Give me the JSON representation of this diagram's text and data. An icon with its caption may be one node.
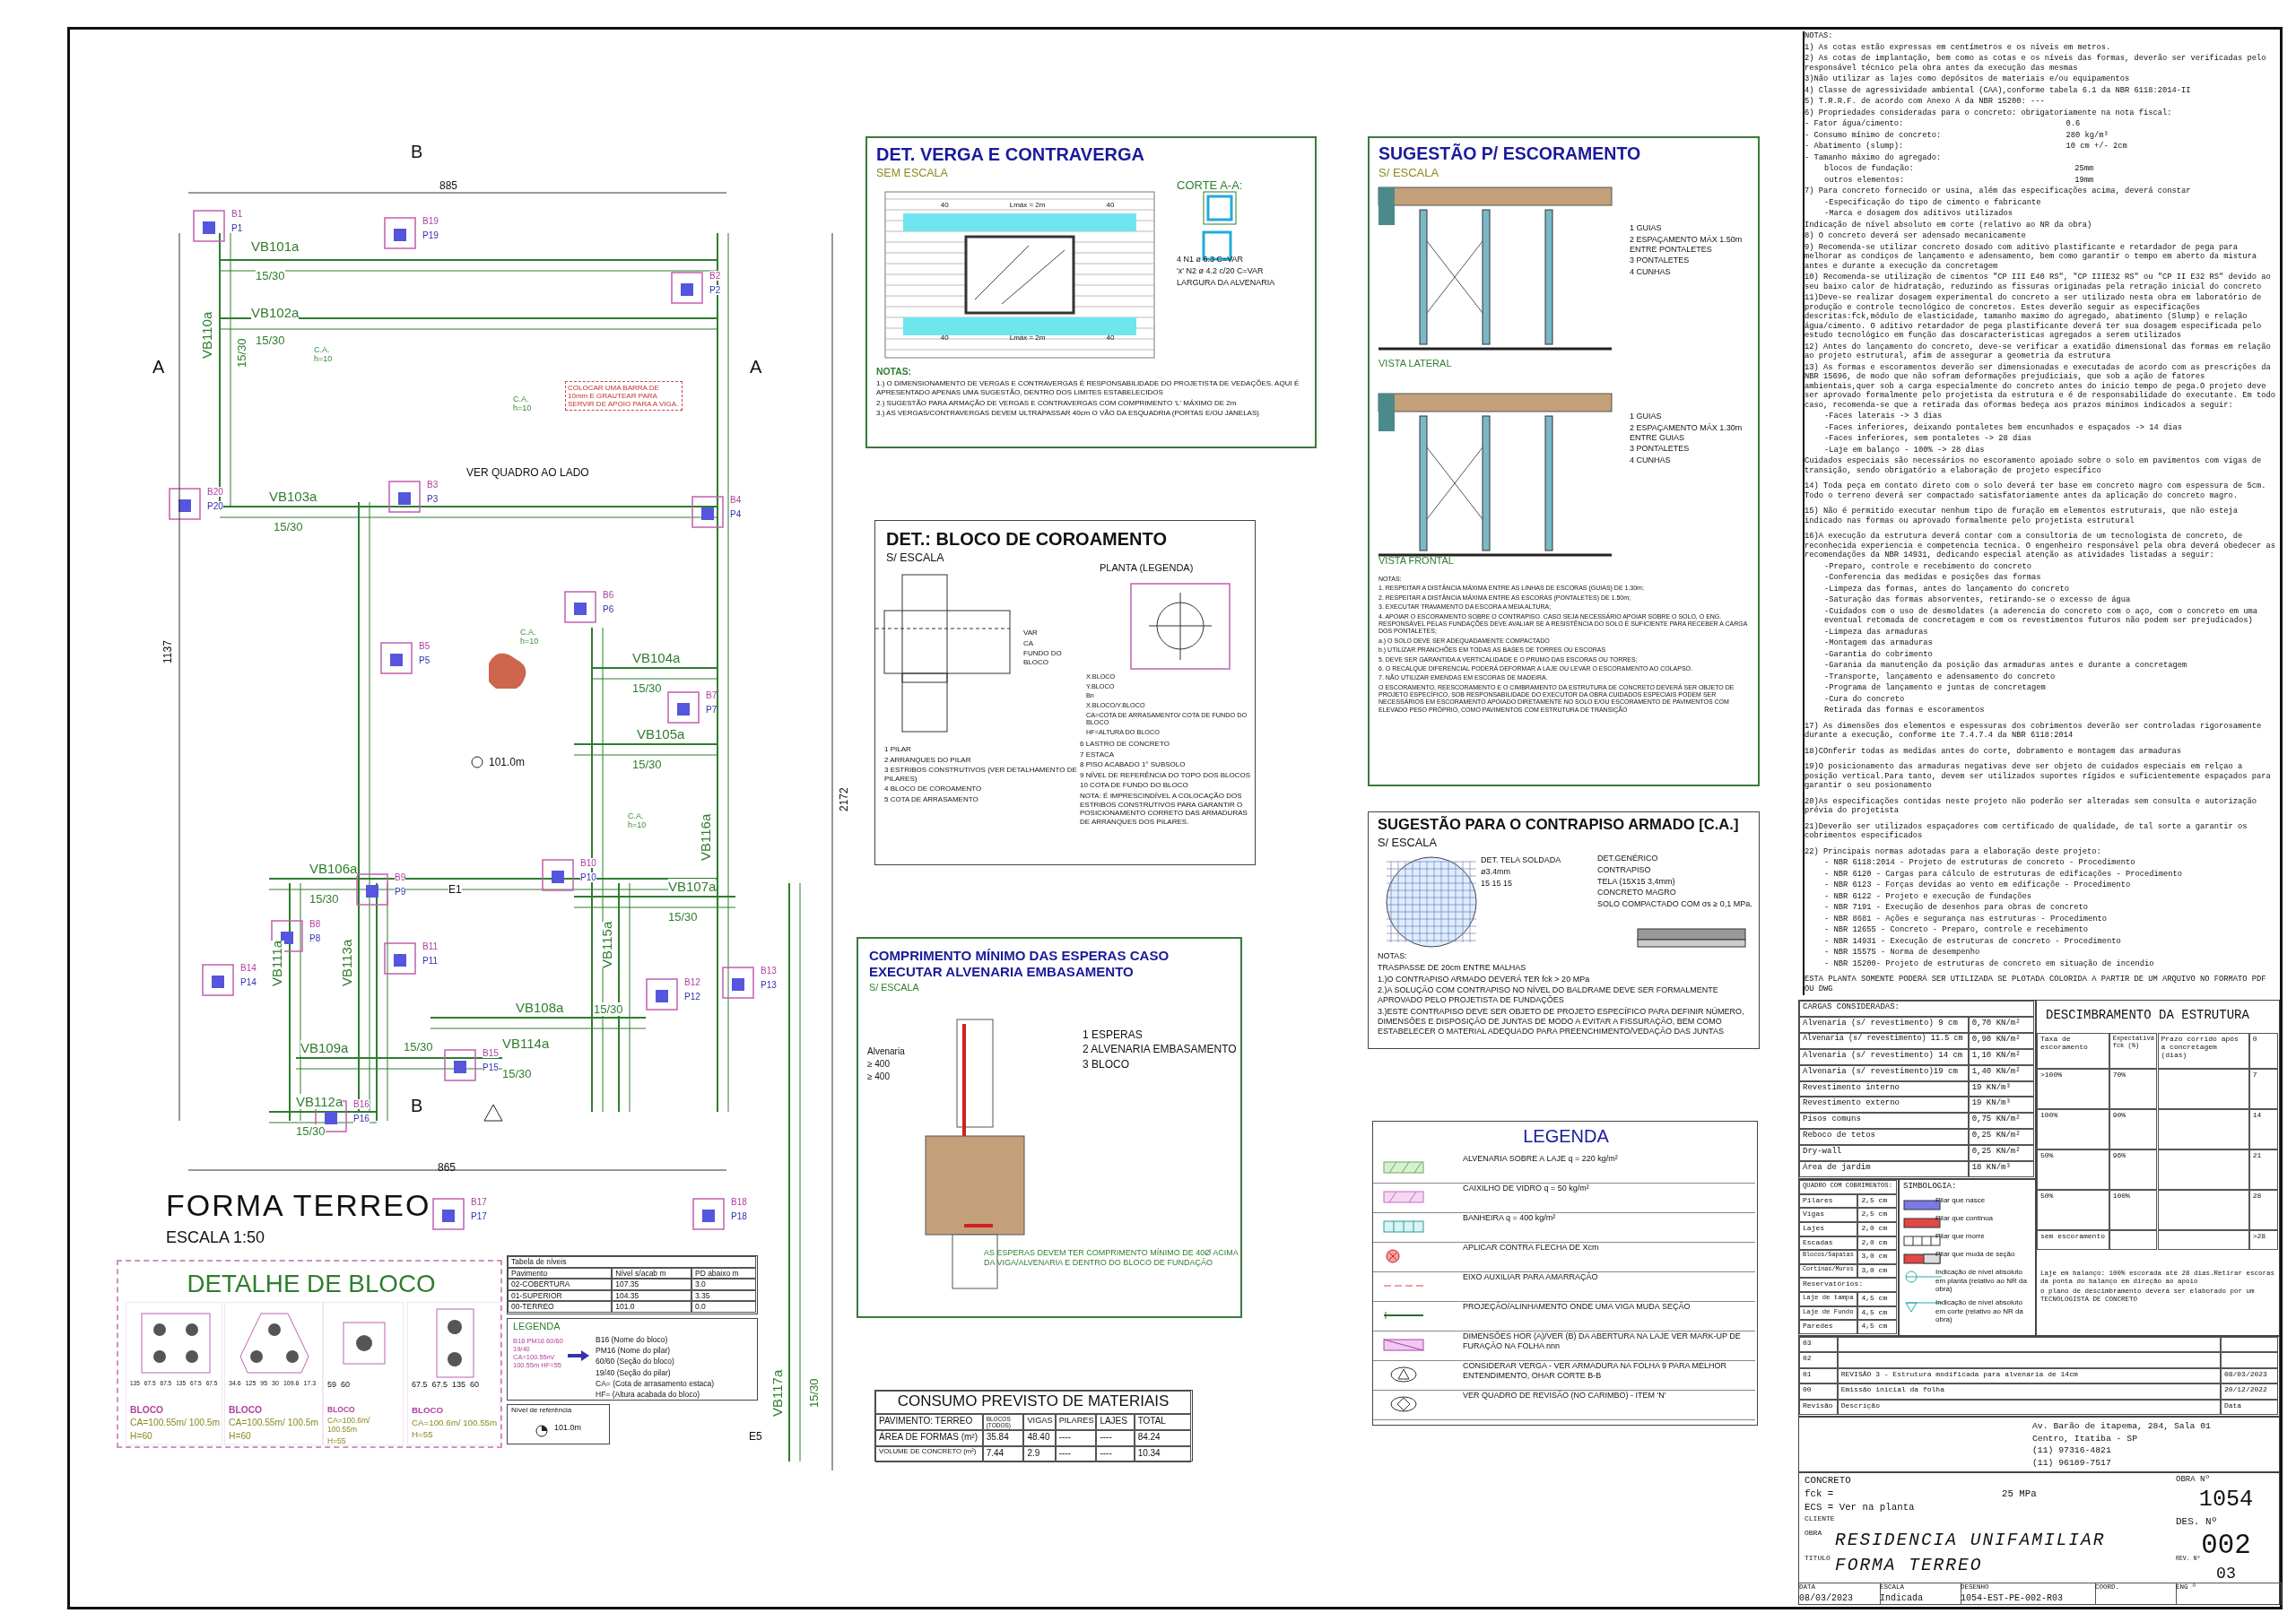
{
  "diagram": {
    "title": "FORMA TERREO",
    "nodes": [
      {
        "text": [
          "DET. VERGA E CONTRAVERGA",
          "SEM ESCALA",
          "CORTE A-A:",
          "4 N1 ø 6.3 C=VAR",
          "'x' N2 ø 4.2 c/20 C=VAR",
          "LARGURA DA ALVENARIA",
          "NOTAS:",
          "1.) O DIMENSIONAMENTO DE VERGAS E CONTRAVERGAS É RESPONSABILIDADE DO PROJETISTA DE VEDAÇÕES. AQUI É APRESENTADO APENAS UMA SUGESTÃO, DENTRO DOS LIMITES ESTABELECIDOS",
          "2.) SUGESTÃO PARA ARMAÇÃO DE VERGAS E CONTRAVERGAS COM COMPRIMENTO 'L' MÁXIMO DE 2m",
          "3.) AS VERGAS/CONTRAVERGAS DEVEM ULTRAPASSAR 40cm O VÃO DA ESQUADRIA (PORTAS E/OU JANELAS)",
          "40",
          "Lmáx = 2m",
          "40",
          "40",
          "Lmáx = 2m",
          "40"
        ]
      },
      {
        "text": [
          "DET.: BLOCO DE COROAMENTO",
          "S/ ESCALA",
          "PLANTA (LEGENDA)",
          "X.BLOCO",
          "Y.BLOCO",
          "Bn",
          "X.BLOCO/Y.BLOCO",
          "CA=COTA DE ARRASAMENTO/ COTA DE FUNDO DO BLOCO",
          "HF=ALTURA DO BLOCO",
          "VAR",
          "CA",
          "FUNDO DO BLOCO",
          "1 PILAR",
          "2 ARRANQUES DO PILAR",
          "3 ESTRIBOS CONSTRUTIVOS (VER DETALHAMENTO DE PILARES)",
          "4 BLOCO DE COROAMENTO",
          "5 COTA DE ARRASAMENTO",
          "6 LASTRO DE CONCRETO",
          "7 ESTACA",
          "8 PISO ACABADO 1° SUBSOLO",
          "9 NÍVEL DE REFERÊNCIA DO TOPO DOS BLOCOS",
          "10 COTA DE FUNDO DO BLOCO",
          "NOTA: É IMPRESCINDÍVEL A COLOCAÇÃO DOS ESTRIBOS CONSTRUTIVOS PARA GARANTIR O POSICIONAMENTO CORRETO DAS ARMADURAS DE ARRANQUES DOS PILARES."
        ]
      },
      {
        "text": [
          "COMPRIMENTO MÍNIMO DAS ESPERAS CASO EXECUTAR ALVENARIA EMBASAMENTO",
          "S/ ESCALA",
          "Alvenaria",
          "≥ 400",
          "≥ 400",
          "1 ESPERAS",
          "2 ALVENARIA EMBASAMENTO",
          "3 BLOCO",
          "AS ESPERAS DEVEM TER COMPRIMENTO MÍNIMO DE 40Ø ACIMA DA VIGA/ALVENARIA E DENTRO DO BLOCO DE FUNDAÇÃO"
        ]
      },
      {
        "text": [
          "CONSUMO PREVISTO DE MATERIAIS",
          "PAVIMENTO: TERREO",
          "BLOCOS (TODOS)",
          "VIGAS",
          "PILARES",
          "LAJES",
          "TOTAL",
          "ÁREA DE FORMAS (m²)",
          "35.84",
          "48.40",
          "----",
          "----",
          "84.24",
          "VOLUME DE CONCRETO (m²)",
          "7.44",
          "2.9",
          "----",
          "----",
          "10.34"
        ]
      },
      {
        "text": [
          "SUGESTÃO P/ ESCORAMENTO",
          "S/ ESCALA",
          "1 GUIAS",
          "2 ESPAÇAMENTO MÁX 1.50m ENTRE PONTALETES",
          "3 PONTALETES",
          "4 CUNHAS",
          "VISTA LATERAL",
          "1 GUIAS",
          "2 ESPAÇAMENTO MÁX 1.30m ENTRE GUIAS",
          "3 PONTALETES",
          "4 CUNHAS",
          "VISTA FRONTAL",
          "NOTAS:",
          "1. RESPEITAR A DISTÂNCIA MÁXIMA ENTRE AS LINHAS DE ESCORAS (GUIAS) DE 1.30m;",
          "2. RESPEITAR A DISTÂNCIA MÁXIMA ENTRE AS ESCORAS (PONTALETES) DE 1.50m;",
          "3. EXECUTAR TRAVAMENTO DA ESCORA A MEIA ALTURA;",
          "4. APOIAR O ESCORAMENTO SOBRE O CONTRAPISO. CASO SEJA NECESSÁRIO APOIAR SOBRE O SOLO, O ENG. RESPONSÁVEL PELAS FUNDAÇÕES DEVE AVALIAR SE A RESISTÊNCIA DO SOLO É SUFICIENTE PARA RECEBER A CARGA DOS PONTALETES;",
          "a.) O SOLO DEVE SER ADEQUADAMENTE COMPACTADO",
          "b.) UTILIZAR PRANCHÕES EM TODAS AS BASES DE TORRES OU ESCORAS",
          "5. DEVE SER GARANTIDA A VERTICALIDADE E O PRUMO DAS ESCORAS OU TORRES;",
          "6. O RECALQUE DIFERENCIAL PODERÁ DEFORMAR A LAJE OU LEVAR O ESCORAMENTO AO COLAPSO.",
          "7. NÃO UTILIZAR EMENDAS EM ESCORAS DE MADEIRA.",
          "O ESCORAMENTO, REESCORAMENTO E O CIMBRAMENTO DA ESTRUTURA DE CONCRETO DEVERÁ SER OBJETO DE PROJETO ESPECÍFICO, SOB RESPONSABILIDADE DO EXECUTOR DA OBRA CUIDADOS ESPECIAIS PODEM SER NECESSÁRIOS EM ESCORAMENTO APOIADO DIRETAMENTE NO SOLO E/OU ESCORAMENTO DE PAVIMENTOS COM ELEVADO PESO PRÓPRIO, COMO PAVIMENTOS COM ESTRUTURA DE TRANSIÇÃO"
        ]
      },
      {
        "text": [
          "SUGESTÃO PARA O CONTRAPISO ARMADO [C.A.]",
          "S/ ESCALA",
          "DET. TELA SOLDADA",
          "ø3.4mm",
          "15 15 15",
          "DET.GENÉRICO",
          "CONTRAPISO",
          "TELA (15X15 3,4mm)",
          "CONCRETO MAGRO",
          "SOLO COMPACTADO COM σs ≥ 0,1 MPa.",
          "NOTAS:",
          "TRASPASSE DE 20cm ENTRE MALHAS",
          "1.)O CONTRAPISO ARMADO DEVERÁ TER fck > 20 MPa",
          "2.)A SOLUÇÃO COM CONTRAPISO NO NÍVEL DO BALDRAME DEVE SER FORMALMENTE APROVADO PELO PROJETISTA DE FUNDAÇÕES",
          "3.)ESTE CONTRAPISO DEVE SER OBJETO DE PROJETO ESPECÍFICO PARA DEFINIR NÚMERO, DIMENSÕES E DISPOSIÇÃO DE JUNTAS DE MODO A EVITAR A FISSURAÇÃO, BEM COMO ESTABELECER O MATERIAL ADEQUADO PARA PREENCHIMENTO/VEDAÇÃO DAS JUNTAS"
        ]
      },
      {
        "text": [
          "LEGENDA"
        ]
      },
      {
        "text": [
          "NOTAS:",
          "1) As cotas estão expressas em centímetros e os níveis em metros.",
          "2) As cotas de implantação, bem como as cotas e os níveis das formas, deverão ser verificadas pelo responsável técnico pela obra antes da execução das mesmas",
          "3)Não utilizar as lajes como depósitos de materiais e/ou equipamentos",
          "4) Classe de agressividade ambiental (CAA),conforme tabela 6.1 da NBR 6118:2014-II",
          "5) T.R.R.F. de acordo com Anexo A da NBR 15200: ---",
          "6) Propriedades consideradas para o concreto: obrigatoriamente na nota fiscal:",
          "- Fator água/cimento:",
          "0.6",
          "- Consumo mínimo de concreto:",
          "280 kg/m³",
          "- Abatimento (slump):",
          "10 cm +/- 2cm",
          "- Tamanho máximo do agregado:",
          "blocos de fundação:",
          "25mm",
          "outros elementos:",
          "19mm",
          "7) Para concreto fornecido or usina, além das especificações acima, deverá constar",
          "-Especificação do tipo de cimento e fabricante",
          "-Marca e dosagem dos aditivos utilizados",
          "Indicação de nível absoluto em corte (relativo ao NR da obra)",
          "8) O concreto deverá ser adensado mecanicamente",
          "9) Recomenda-se utilizar concreto dosado com aditivo plastificante e retardador de pega para melhorar as condiços de lançamento e adensamento, bem como garantir o tempo em aberto da mistura antes e durante a execução da concretagem",
          "10) Recomenda-se utilização de cimentos \"CP III E40 RS\", \"CP IIIE32 RS\" ou \"CP II E32 RS\" devido ao seu baixo calor de hidratação, reduzindo as fissuras originadas pela retração inicial do concreto",
          "11)Deve-se realizar dosagem experimental do concreto a ser utilizado nesta obra em laboratório de produção e controle tecnológico de concretos. Estes deverão seguir as especificações descritas:fck,módulo de elasticidade, tamanho maximo do agregado, abatimento (Slump) e relação água/cimento. O aditivo retardador de pega plastificante deverá ter sua dosagem especificada pelo estudo tecnológico em função das doscaracteristicas agregados a serem utilizados",
          "12) Antes do lançamento do concreto, deve-se verificar a exatidão dimensional das formas em relação ao projeto estrutural, afim de assegurar a geometria da estrutura",
          "13) As formas e escoramentos deverão ser dimensionadas e executadas de acordo com as prescrições da NBR 15696, de modo que não sofram deformações prejudiciais, que sob a ação de fatores ambientais,quer sob a carga especialmente do concreto antes do inicio tempo de pega.O projeto deve ser aprovado formalmente pelo projetista da estrutura e é de responsabilidade do executante. Em todo caso, recomenda-se que a retirada das oformas bedeça aos prazos minimos indicados a seguir:",
          "-Faces laterais -> 3 dias",
          "-Faces inferiores, deixando pontaletes bem encunhados e espaçados -> 14 dias",
          "-Faces inferiores, sem pontaletes -> 28 dias",
          "-Laje em balanço - 100% -> 28 dias",
          "Cuidados especiais são necessários no escoramento apoiado sobre o solo em pavimentos com vigas de transição, sendo obrigatório a elaboração de projeto específico",
          "14) Toda peça em contato direto com o solo deverá ter base em concreto magro com espessura de 5cm. Todo o terreno deverá ser compactado satisfatoriamente antes da aplicação do concreto magro.",
          "15) Não é permitido executar nenhum tipo de furação em elementos estruturais, que não esteja indicado nas formas ou aprovado formalmente pelo projetista estrutural",
          "16)A execução da estrutura deverá contar com a consultoria de um tecnologista de concreto, de reconhecida experiencia e competencia tecnica. O engenheiro responsável pela obra deverá obedecer as recomendações da NBR 14931, dedicando especial atenção as atividades listadas a seguir:",
          "-Preparo, controle e recebimento do concreto",
          "-Conferencia das medidas e posições das formas",
          "-Limpeza das formas, antes do lançamento do concreto",
          "-Saturação das formas absorventes, retirando-se o excesso de água",
          "-Cuidados com o uso de desmoldates (a aderencia do concreto com o aço, com o concreto em uma eventual retomada de concretagem e com os revestimentos futuros não podem ser prejudicados)",
          "-Limpeza das armaduras",
          "-Montagem das armaduras",
          "-Garantia do cobrimento",
          "-Garania da manutenção da posição das armaduras antes e durante a concretagem",
          "-Transporte, lançamento e adensamento do concreto",
          "-Programa de lançamento e juntas de concretagem",
          "-Cura do concreto",
          "Retirada das formas e escoramentos",
          "17) As dimensões dos elementos e espessuras dos cobrimentos deverão ser controladas rigorosamente durante a execução, conforme ite 7.4.7.4 da NBR 6118:2014",
          "18)COnferir todas as medidas antes do corte, dobramento e montagem das armaduras",
          "19)O posicionamento das armaduras negativas deve ser objeto de cuidados especiais em relçao a posição vertical.Para tanto, devem ser utilizados suportes rígidos e suficientemente espaçados para garantir o seu posionamento",
          "20)As especificações contidas neste projeto não poderão ser alteradas sem consulta e autorização prévia do projetista",
          "21)Deverão ser utilizados espaçadores com certificado de qualidade, de tal sorte a garantir os cobrimentos especificados",
          "22) Principais normas adotadas para a elaboração deste projeto:",
          "- NBR 6118:2014 - Projeto de estruturas de concreto - Procedimento",
          "- NBR 6120 - Cargas para cálculo de estruturas de edificações - Procedimento",
          "- NBR 6123 - Forças devidas ao vento em edificaçõe - Procedimento",
          "- NBR 6122 - Projeto e execução de fundações",
          "- NBR 7191 - Execução de desenhos para obras de concreto",
          "- NBR 8681 - Ações e segurança nas estruturas - Procedimento",
          "- NBR 12655 - Concreto - Preparo, controle e recebimento",
          "- NBR 14931 - Execução de estruturas de concreto - Procedimento",
          "- NBR 15575 - Norma de desempenho",
          "- NBR 15200- Projeto de estruturas de concreto em situação de incendio",
          "ESTA PLANTA SOMENTE PODERÁ SER UTILIZADA SE PLOTADA COLORIDA A PARTIR DE UM ARQUIVO NO FORMATO PDF OU DWG"
        ]
      },
      {
        "text": [
          "CARGAS CONSIDERADAS:",
          "Alvenaria (s/ revestimento) 9 cm",
          "0,70 KN/m²",
          "Alvenaria (s/ revestimento) 11.5 cm",
          "0,90 KN/m²",
          "Alvenaria (s/ revestimento) 14 cm",
          "1,10 KN/m²",
          "Alvenaria (s/ revestimento)19 cm",
          "1,40 KN/m²",
          "Revestimento interno",
          "19 KN/m³",
          "Revestimento externo",
          "19 KN/m³",
          "Pisos comuns",
          "0,75 KN/m²",
          "Reboco de tetos",
          "0,25 KN/m²",
          "Dry-wall",
          "0,25 KN/m²",
          "Área de jardim",
          "18 KN/m³"
        ]
      },
      {
        "text": [
          "QUADRO COM COBRIMENTOS:",
          "Pilares",
          "2,5 cm",
          "Vigas",
          "2,5 cm",
          "Lajes",
          "2,0 cm",
          "Escadas",
          "2,0 cm",
          "Blocos/Sapatas",
          "3,0 cm",
          "Cortinas/Muros",
          "3,0 cm",
          "Reservatórios:",
          "Laje de tampa",
          "4,5 cm",
          "Laje de Fundo",
          "4,5 cm",
          "Paredes",
          "4,5 cm"
        ]
      },
      {
        "text": [
          "SIMBOLOGIA:"
        ]
      },
      {
        "text": [
          "DESCIMBRAMENTO DA ESTRUTURA",
          "Taxa de escoramento",
          "Expectativa fck (%)",
          "Prazo corrido após a concretagem (dias)",
          "0",
          ">100%",
          "70%",
          "7",
          "100%",
          "90%",
          "14",
          "50%",
          "96%",
          "21",
          "50%",
          "100%",
          "28",
          "sem escoramento",
          ">28",
          "Laje em balanço: 100% escorada até 28 dias.Retirar escoras da ponta do balanço em direção ao apoio",
          "o plano de descimbramento deverá ser elaborado por um TECNOLOGISTA DE CONCRETO"
        ]
      },
      {
        "text": [
          "03",
          "02",
          "01",
          "REVISÃO 3 - Estrutura modificada para alvenaria de 14cm",
          "08/03/2023",
          "00",
          "Emissão inicial da folha",
          "20/12/2022",
          "Revisão",
          "Descrição",
          "Data"
        ]
      },
      {
        "text": [
          "Av. Barão de itapema, 284, Sala 01",
          "Centro, Itatiba - SP",
          "(11) 97316-4821",
          "(11) 96189-7517"
        ]
      },
      {
        "text": [
          "CONCRETO",
          "fck =",
          "25 MPa",
          "ECS = Ver na planta",
          "CLIENTE",
          "OBRA",
          "RESIDENCIA UNIFAMILIAR",
          "TITULO",
          "FORMA TERREO",
          "OBRA Nº",
          "1054",
          "DES. Nº",
          "002",
          "REV. Nº",
          "03",
          "DATA",
          "08/03/2023",
          "ESCALA",
          "Indicada",
          "DESENHO",
          "1054-EST-PE-002-R03",
          "COORD.",
          "ENG º"
        ]
      },
      {
        "text": [
          "DETALHE DE BLOCO"
        ]
      },
      {
        "text": [
          "135",
          "67.5",
          "67.5",
          "135",
          "67.5",
          "67.5",
          "BLOCO",
          "CA=100.55m/ 100.5m",
          "H=60"
        ],
        "in": 15
      },
      {
        "text": [
          "34.6",
          "125",
          "95",
          "30",
          "109.6",
          "17.3",
          "BLOCO",
          "CA=100.55m/ 100.5m",
          "H=60"
        ],
        "in": 15
      },
      {
        "text": [
          "59",
          "60",
          "BLOCO",
          "CA=100.6m/ 100.55m",
          "H=55"
        ],
        "in": 15
      },
      {
        "text": [
          "67.5",
          "67.5",
          "135",
          "60",
          "BLOCO",
          "CA=100.6m/ 100.55m",
          "H=55"
        ],
        "in": 15
      },
      {
        "text": [
          "Tabela de níveis",
          "Pavimento",
          "Nível s/acab m",
          "PD abaixo m",
          "02-COBERTURA",
          "107.35",
          "3.0",
          "01-SUPERIOR",
          "104.35",
          "3.35",
          "00-TERREO",
          "101.0",
          "0.0"
        ]
      },
      {
        "text": [
          "LEGENDA",
          "B16 PM16 60/60 19/40 CA=100.55m/ 100.55m HF=55",
          "B16 (Nome do bloco)",
          "PM16 (Nome do pilar)",
          "60/60 (Seção do bloco)",
          "19/40 (Seção do pilar)",
          "CA= (Cota de arrasamento estaca)",
          "HF= (Altura acabada do bloco)"
        ]
      },
      {
        "text": [
          "Nível de referência",
          "101.0m"
        ]
      }
    ],
    "labels": [
      "885",
      "865",
      "1137",
      "2172",
      "A",
      "A",
      "B",
      "B",
      "VB101a",
      "15/30",
      "VB102a",
      "15/30",
      "VB103a",
      "15/30",
      "VB104a",
      "15/30",
      "VB105a",
      "15/30",
      "VB106a",
      "15/30",
      "VB107a",
      "15/30",
      "VB108a",
      "15/30",
      "VB109a",
      "15/30",
      "VB110a",
      "15/30",
      "VB111a",
      "VB112a",
      "15/30",
      "VB113a",
      "VB114a",
      "15/30",
      "VB115a",
      "VB116a",
      "VB117a",
      "15/30",
      "B1",
      "P1",
      "B2",
      "P2",
      "B3",
      "P3",
      "B4",
      "P4",
      "B5",
      "P5",
      "B6",
      "P6",
      "B7",
      "P7",
      "B8",
      "P8",
      "B9",
      "P9",
      "B10",
      "P10",
      "B11",
      "P11",
      "B12",
      "P12",
      "B13",
      "P13",
      "B14",
      "P14",
      "B15",
      "P15",
      "B16",
      "P16",
      "B17",
      "P17",
      "B18",
      "P18",
      "B19",
      "P19",
      "B20",
      "P20",
      "E1",
      "E5",
      "VER QUADRO AO LADO",
      "COLOCAR UMA BARRA DE 10mm E GRAUTEAR PARA SERVIR DE APOIO PARA A VIGA.",
      "C.A. h=10",
      "C.A. h=10",
      "C.A. h=10",
      "C.A. h=10",
      "101.0m",
      "ESCALA 1:50"
    ],
    "legend": [
      {
        "text": "ALVENARIA SOBRE A LAJE q = 220 kg/m²"
      },
      {
        "text": "CAIXILHO DE VIDRO q = 50 kg/m²"
      },
      {
        "text": "BANHEIRA q = 400 kg/m²"
      },
      {
        "text": "APLICAR CONTRA FLECHA DE Xcm"
      },
      {
        "text": "EIXO AUXILIAR PARA AMARRAÇÃO"
      },
      {
        "text": "PROJEÇÃO/ALINHAMENTO ONDE UMA VIGA MUDA SEÇÃO"
      },
      {
        "text": "DIMENSÕES HOR (A)/VER (B) DA ABERTURA NA LAJE VER MARK-UP DE FURAÇÃO NA FOLHA nnn"
      },
      {
        "text": "CONSIDERAR VERGA - VER ARMADURA NA FOLHA 9 PARA MELHOR ENTENDIMENTO, OHAR CORTE B-B"
      },
      {
        "text": "VER QUADRO DE REVISÃO (NO CARIMBO) - ITEM 'N'"
      },
      {
        "text": "Pilar que nasce",
        "color": "#7a7ae6"
      },
      {
        "text": "Pilar que continua",
        "color": "#e04848"
      },
      {
        "text": "Pilar que morre"
      },
      {
        "text": "Pilar que muda de seção"
      },
      {
        "text": "Indicação de nível absoluto em planta (relativo ao NR da obra)"
      },
      {
        "text": "Indicação de nível absoluto em corte (relativo ao NR da obra)"
      }
    ]
  }
}
